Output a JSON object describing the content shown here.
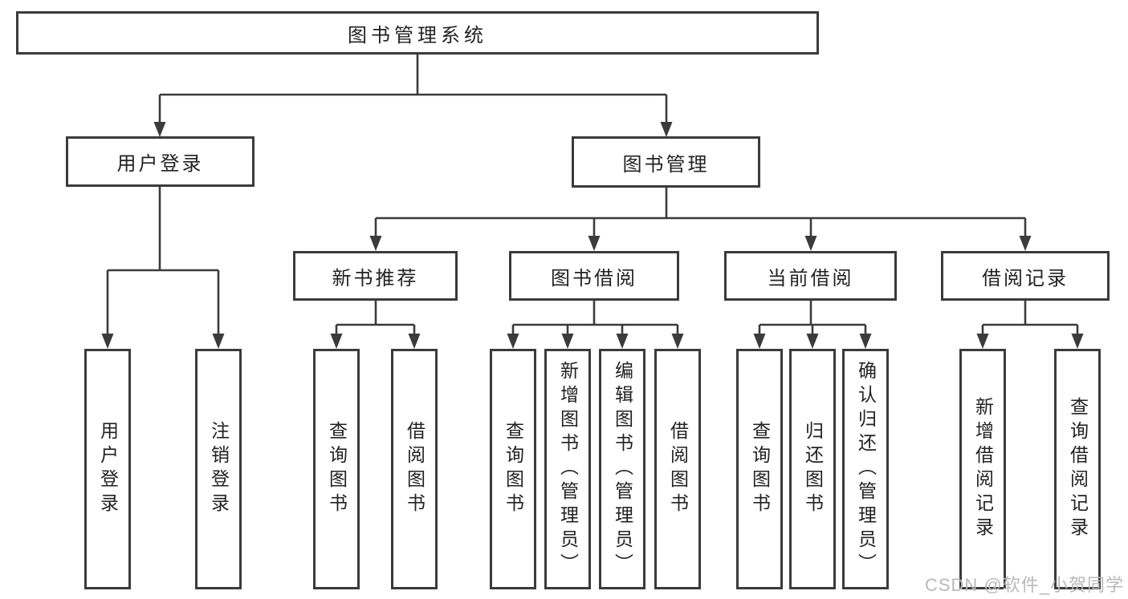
{
  "tree": {
    "root": "图书管理系统",
    "level2": {
      "user_login": "用户登录",
      "book_mgmt": "图书管理"
    },
    "level3": {
      "new_book": "新书推荐",
      "book_borrow": "图书借阅",
      "current_borrow": "当前借阅",
      "borrow_records": "借阅记录"
    },
    "leaves": {
      "user_login_1": "用户登录",
      "user_login_2": "注销登录",
      "new_book_1": "查询图书",
      "new_book_2": "借阅图书",
      "book_borrow_1": "查询图书",
      "book_borrow_2": "新增图书（管理员）",
      "book_borrow_3": "编辑图书（管理员）",
      "book_borrow_4": "借阅图书",
      "current_1": "查询图书",
      "current_2": "归还图书",
      "current_3": "确认归还（管理员）",
      "records_1": "新增借阅记录",
      "records_2": "查询借阅记录"
    }
  },
  "watermark": "CSDN @软件_小贺同学",
  "colors": {
    "line": "#3b3b3b",
    "text": "#222222",
    "background": "#ffffff",
    "watermark": "#b9b9b9"
  }
}
